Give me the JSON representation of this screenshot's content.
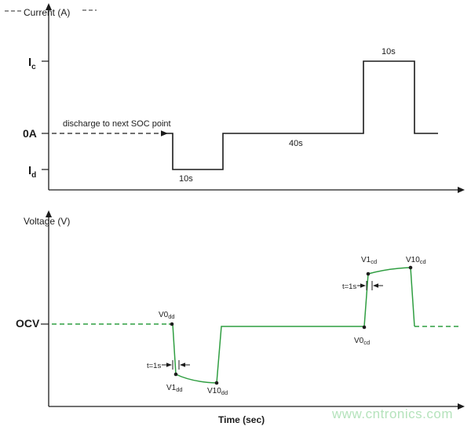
{
  "current_chart": {
    "axis_label": "Current (A)",
    "ticks": {
      "ic_base": "I",
      "ic_sub": "c",
      "zero": "0A",
      "id_base": "I",
      "id_sub": "d"
    },
    "discharge_note": "discharge to next SOC point",
    "discharge_pulse_duration": "10s",
    "rest_duration": "40s",
    "charge_pulse_duration": "10s"
  },
  "voltage_chart": {
    "axis_label": "Voltage (V)",
    "x_axis_label": "Time (sec)",
    "ocv_tick": "OCV",
    "t1s_discharge": "t=1s",
    "t1s_charge": "t=1s",
    "point_labels": {
      "v0dd_base": "V0",
      "v0dd_sub": "dd",
      "v1dd_base": "V1",
      "v1dd_sub": "dd",
      "v10dd_base": "V10",
      "v10dd_sub": "dd",
      "v0cd_base": "V0",
      "v0cd_sub": "cd",
      "v1cd_base": "V1",
      "v1cd_sub": "cd",
      "v10cd_base": "V10",
      "v10cd_sub": "cd"
    }
  },
  "watermark": "www.cntronics.com",
  "colors": {
    "current_line": "#1c1c1c",
    "voltage_line": "#2f9e41",
    "watermark": "#b5e3bc",
    "text": "#1c1c1c"
  },
  "chart_data": [
    {
      "type": "line",
      "title": "Current pulse profile",
      "ylabel": "Current (A)",
      "xlabel": "Time (sec)",
      "y_ticks": [
        "Ic",
        "0A",
        "Id"
      ],
      "grid": false,
      "legend": false,
      "series": [
        {
          "name": "current",
          "x_sec": [
            0,
            30,
            30,
            40,
            40,
            80,
            80,
            90,
            90,
            96
          ],
          "y_level": [
            "0A",
            "0A",
            "Id",
            "Id",
            "0A",
            "0A",
            "Ic",
            "Ic",
            "0A",
            "0A"
          ]
        }
      ],
      "annotations": [
        "discharge to next SOC point",
        "10s (discharge pulse width)",
        "40s (rest between pulses)",
        "10s (charge pulse width)"
      ]
    },
    {
      "type": "line",
      "title": "Voltage response",
      "ylabel": "Voltage (V)",
      "xlabel": "Time (sec)",
      "y_ticks": [
        "OCV"
      ],
      "grid": false,
      "legend": false,
      "line_color": "#2f9e41",
      "series": [
        {
          "name": "voltage",
          "x_sec": [
            0,
            30,
            31,
            40,
            40,
            80,
            81,
            90,
            90,
            96
          ],
          "y_level": [
            "OCV",
            "V0dd",
            "V1dd",
            "V10dd",
            "OCV",
            "V0cd",
            "V1cd",
            "V10cd",
            "OCV",
            "OCV"
          ]
        }
      ],
      "marked_points": [
        "V0dd",
        "V1dd",
        "V10dd",
        "V0cd",
        "V1cd",
        "V10cd"
      ],
      "annotations": [
        "t=1s (V0dd to V1dd)",
        "t=1s (V0cd to V1cd)"
      ]
    }
  ]
}
